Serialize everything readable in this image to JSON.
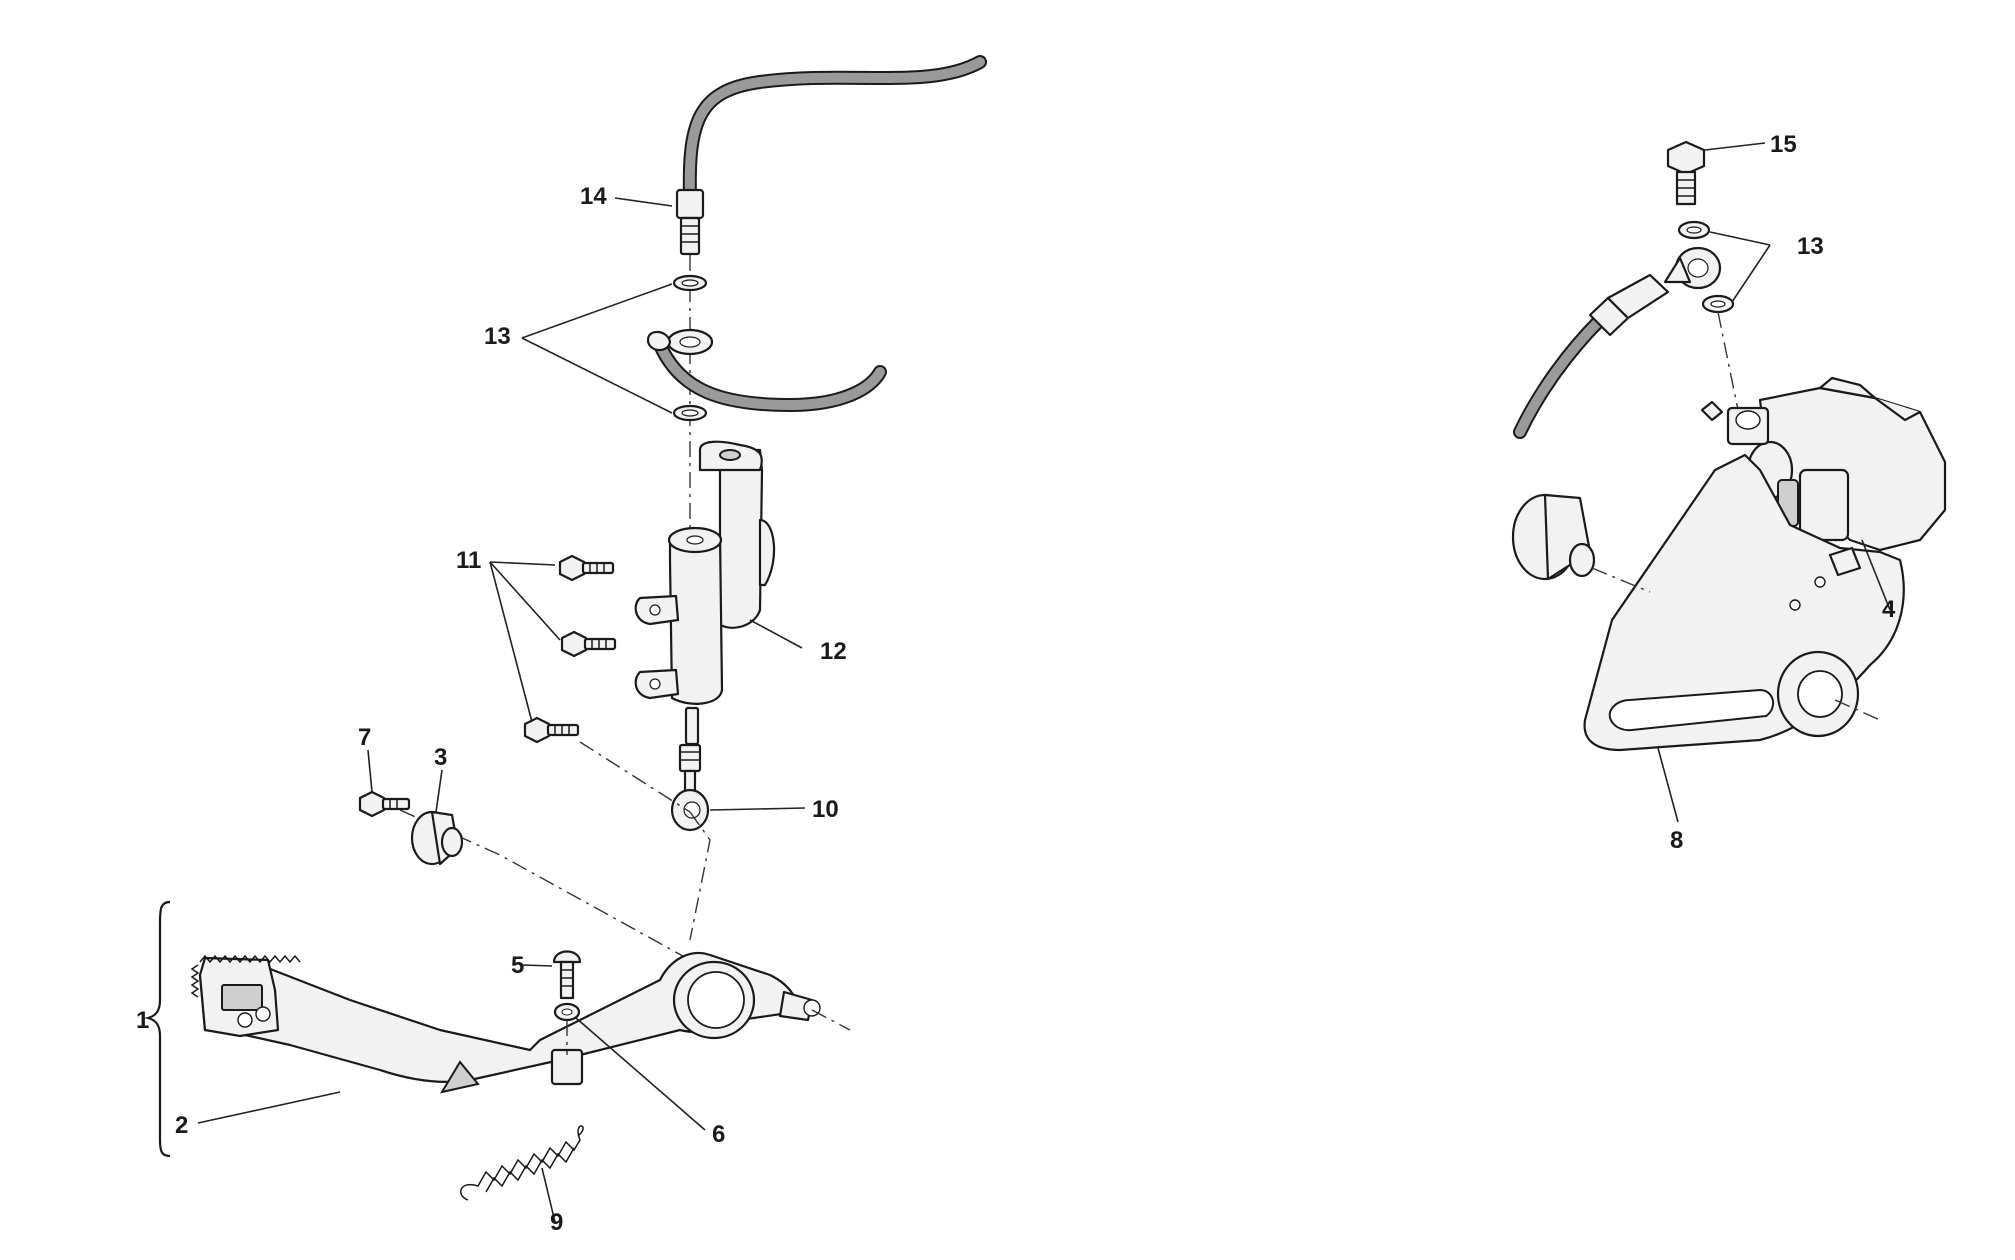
{
  "callouts": {
    "c1": "1",
    "c2": "2",
    "c3": "3",
    "c4": "4",
    "c5": "5",
    "c6": "6",
    "c7": "7",
    "c8": "8",
    "c9": "9",
    "c10": "10",
    "c11": "11",
    "c12": "12",
    "c13_left": "13",
    "c13_right": "13",
    "c14": "14",
    "c15": "15"
  }
}
